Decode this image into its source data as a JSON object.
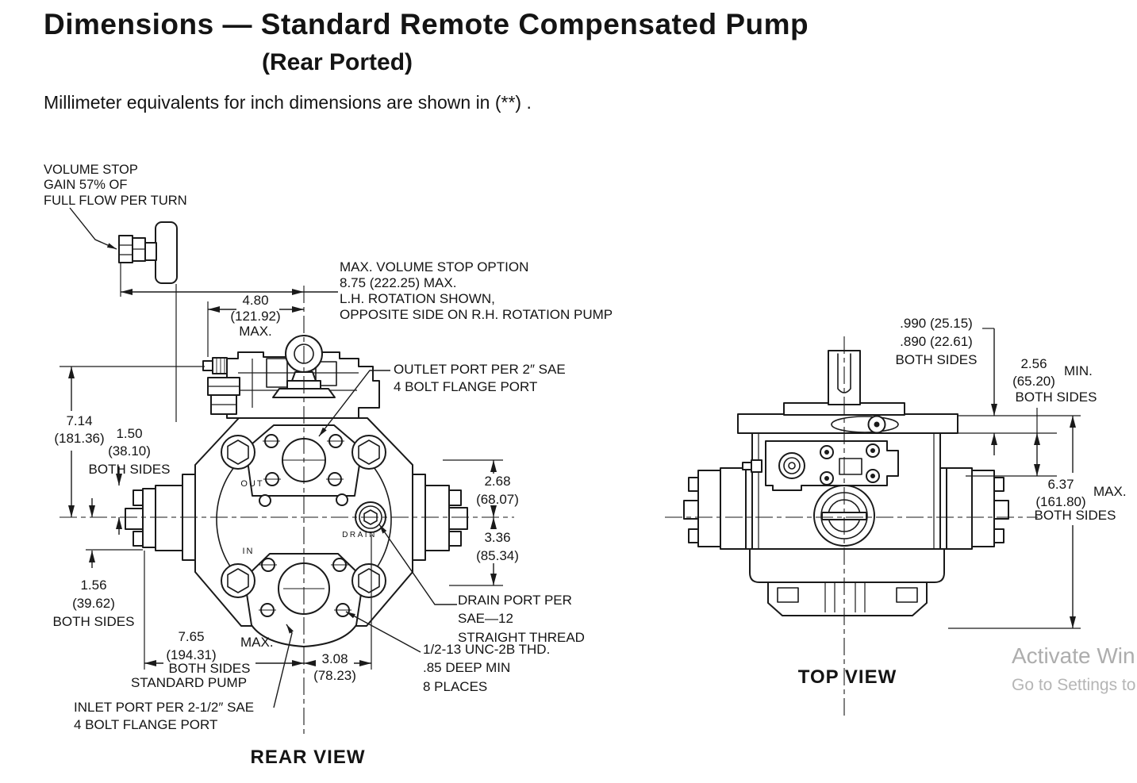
{
  "page": {
    "title": "Dimensions — Standard Remote Compensated Pump",
    "subtitle": "(Rear Ported)",
    "units_note": "Millimeter equivalents for inch dimensions are shown in (**) ."
  },
  "colors": {
    "ink": "#1a1a1a",
    "paper": "#ffffff",
    "watermark": "#adadad"
  },
  "rear_view": {
    "caption": "REAR VIEW",
    "port_labels": {
      "out": "OUT",
      "in": "IN",
      "drain": "DRAIN"
    },
    "callouts": {
      "volume_stop": [
        "VOLUME STOP",
        "GAIN 57% OF",
        "FULL FLOW PER TURN"
      ],
      "max_volume_stop": [
        "MAX. VOLUME STOP OPTION",
        "8.75 (222.25) MAX.",
        "L.H. ROTATION SHOWN,",
        "OPPOSITE SIDE ON R.H. ROTATION PUMP"
      ],
      "outlet_port": [
        "OUTLET PORT PER 2″ SAE",
        "4 BOLT FLANGE PORT"
      ],
      "drain_port": [
        "DRAIN PORT PER",
        "SAE—12",
        "STRAIGHT THREAD"
      ],
      "tapped_holes": [
        "1/2-13 UNC-2B THD.",
        ".85 DEEP MIN",
        "8 PLACES"
      ],
      "inlet_port": [
        "INLET PORT PER 2-1/2″ SAE",
        "4 BOLT FLANGE PORT"
      ]
    },
    "dims": {
      "d480": [
        "4.80",
        "(121.92)",
        "MAX."
      ],
      "d714": [
        "7.14",
        "(181.36)"
      ],
      "d150": [
        "1.50",
        "(38.10)",
        "BOTH SIDES"
      ],
      "d156": [
        "1.56",
        "(39.62)",
        "BOTH SIDES"
      ],
      "d765": [
        "7.65",
        "(194.31)",
        "MAX.",
        "BOTH SIDES",
        "STANDARD PUMP"
      ],
      "d308": [
        "3.08",
        "(78.23)"
      ],
      "d268": [
        "2.68",
        "(68.07)"
      ],
      "d336": [
        "3.36",
        "(85.34)"
      ]
    }
  },
  "top_view": {
    "caption": "TOP VIEW",
    "dims": {
      "d990": [
        ".990 (25.15)",
        ".890 (22.61)",
        "BOTH SIDES"
      ],
      "d256": [
        "2.56",
        "(65.20)",
        "MIN.",
        "BOTH SIDES"
      ],
      "d637": [
        "6.37",
        "(161.80)",
        "MAX.",
        "BOTH SIDES"
      ]
    }
  },
  "watermark": {
    "line1": "Activate Win",
    "line2": "Go to Settings to"
  }
}
